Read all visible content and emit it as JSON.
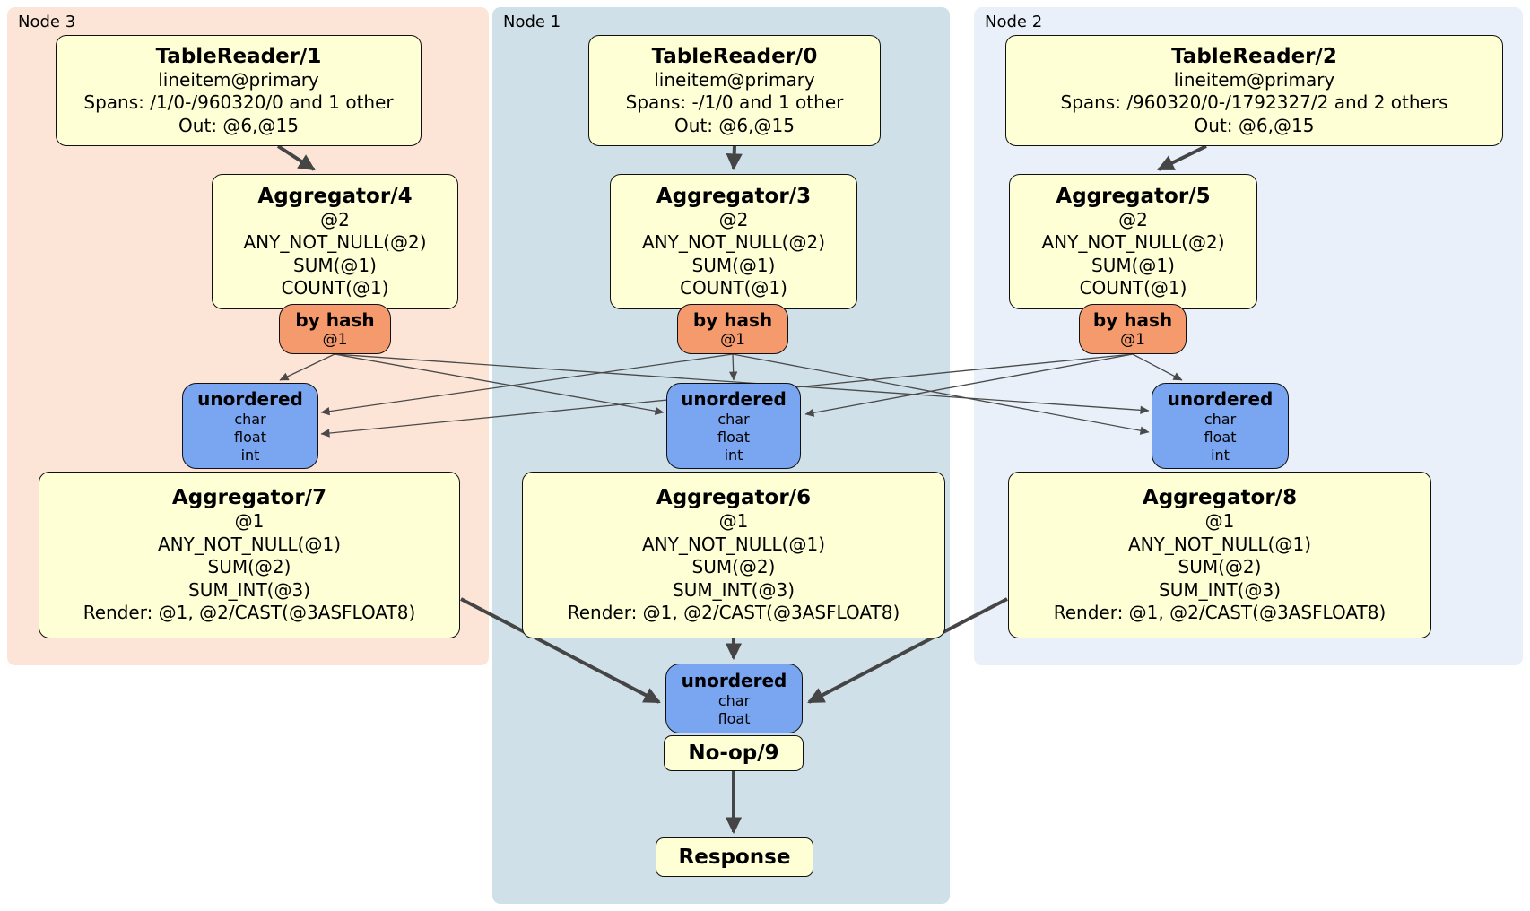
{
  "panels": [
    {
      "label": "Node 3"
    },
    {
      "label": "Node 1"
    },
    {
      "label": "Node 2"
    }
  ],
  "processors": {
    "tr1": {
      "title": "TableReader/1",
      "lines": [
        "lineitem@primary",
        "Spans: /1/0-/960320/0 and 1 other",
        "Out: @6,@15"
      ]
    },
    "tr0": {
      "title": "TableReader/0",
      "lines": [
        "lineitem@primary",
        "Spans: -/1/0 and 1 other",
        "Out: @6,@15"
      ]
    },
    "tr2": {
      "title": "TableReader/2",
      "lines": [
        "lineitem@primary",
        "Spans: /960320/0-/1792327/2 and 2 others",
        "Out: @6,@15"
      ]
    },
    "agg4": {
      "title": "Aggregator/4",
      "lines": [
        "@2",
        "ANY_NOT_NULL(@2)",
        "SUM(@1)",
        "COUNT(@1)"
      ]
    },
    "agg3": {
      "title": "Aggregator/3",
      "lines": [
        "@2",
        "ANY_NOT_NULL(@2)",
        "SUM(@1)",
        "COUNT(@1)"
      ]
    },
    "agg5": {
      "title": "Aggregator/5",
      "lines": [
        "@2",
        "ANY_NOT_NULL(@2)",
        "SUM(@1)",
        "COUNT(@1)"
      ]
    },
    "agg7": {
      "title": "Aggregator/7",
      "lines": [
        "@1",
        "ANY_NOT_NULL(@1)",
        "SUM(@2)",
        "SUM_INT(@3)",
        "Render: @1, @2/CAST(@3ASFLOAT8)"
      ]
    },
    "agg6": {
      "title": "Aggregator/6",
      "lines": [
        "@1",
        "ANY_NOT_NULL(@1)",
        "SUM(@2)",
        "SUM_INT(@3)",
        "Render: @1, @2/CAST(@3ASFLOAT8)"
      ]
    },
    "agg8": {
      "title": "Aggregator/8",
      "lines": [
        "@1",
        "ANY_NOT_NULL(@1)",
        "SUM(@2)",
        "SUM_INT(@3)",
        "Render: @1, @2/CAST(@3ASFLOAT8)"
      ]
    },
    "noop": {
      "title": "No-op/9"
    },
    "response": {
      "title": "Response"
    }
  },
  "routers": {
    "hash3": {
      "title": "by hash",
      "key": "@1"
    },
    "hash1": {
      "title": "by hash",
      "key": "@1"
    },
    "hash2": {
      "title": "by hash",
      "key": "@1"
    }
  },
  "syncs": {
    "un3": {
      "title": "unordered",
      "types": [
        "char",
        "float",
        "int"
      ]
    },
    "un1": {
      "title": "unordered",
      "types": [
        "char",
        "float",
        "int"
      ]
    },
    "un2": {
      "title": "unordered",
      "types": [
        "char",
        "float",
        "int"
      ]
    },
    "unfinal": {
      "title": "unordered",
      "types": [
        "char",
        "float"
      ]
    }
  },
  "colors": {
    "node3_bg": "#fce4d6",
    "node1_bg": "#cfe0e9",
    "node2_bg": "#e9f0f9",
    "processor_fill": "#ffffd6",
    "router_fill": "#f59a6c",
    "sync_fill": "#79a5f1",
    "edge": "#4a4a4a"
  }
}
